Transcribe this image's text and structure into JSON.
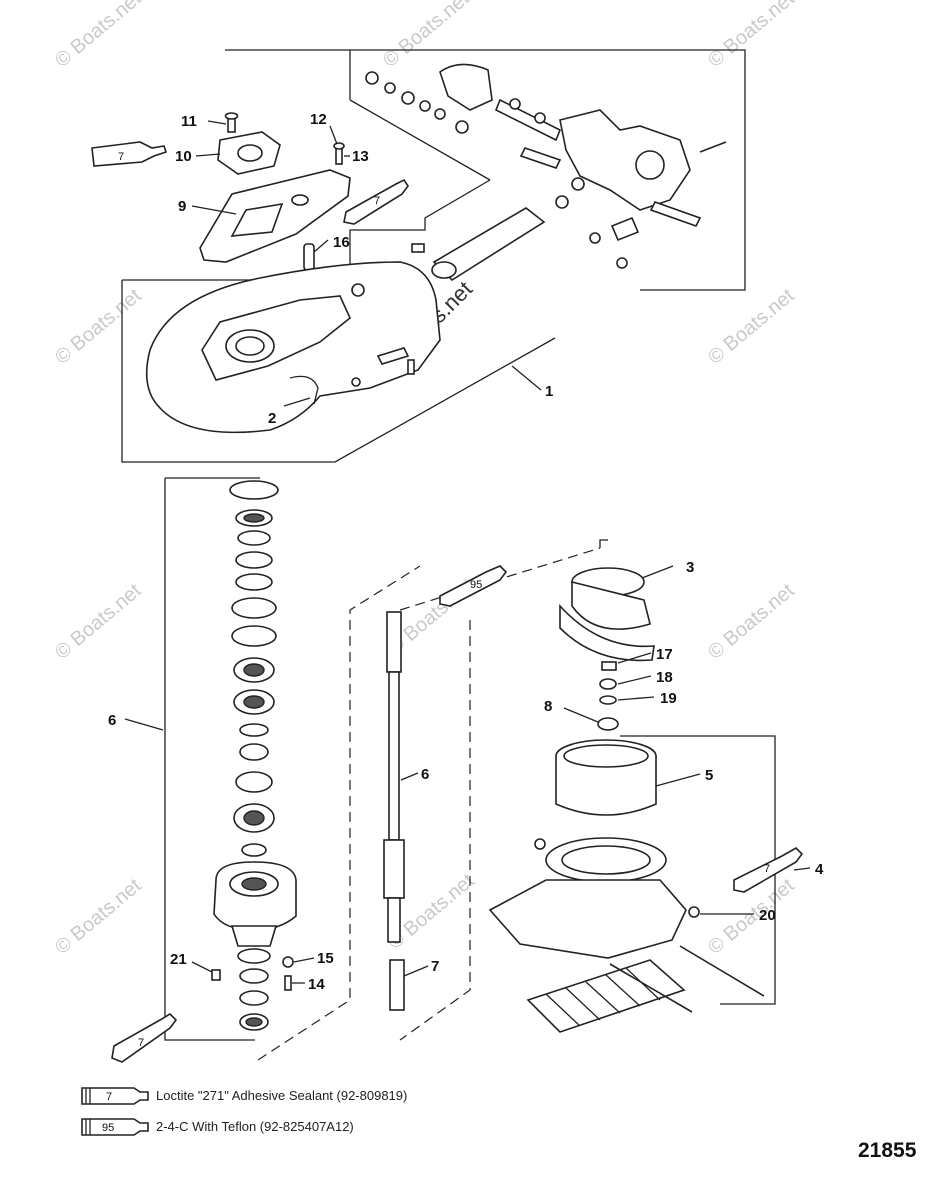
{
  "callouts": {
    "c1": "1",
    "c2": "2",
    "c3": "3",
    "c4": "4",
    "c5": "5",
    "c6a": "6",
    "c6b": "6",
    "c7a": "7",
    "c8": "8",
    "c9": "9",
    "c10": "10",
    "c11": "11",
    "c12": "12",
    "c13": "13",
    "c14": "14",
    "c15": "15",
    "c16": "16",
    "c17": "17",
    "c18": "18",
    "c19": "19",
    "c20": "20",
    "c21": "21"
  },
  "tubes": {
    "t1": "7",
    "t2": "7",
    "t3": "95",
    "t4": "7",
    "t5": "7"
  },
  "watermark": {
    "small": "© Boats.net",
    "center": "© Boats.net"
  },
  "legend": {
    "item1_code": "7",
    "item1_text": "Loctite \"271\" Adhesive Sealant (92-809819)",
    "item2_code": "95",
    "item2_text": "2-4-C  With Teflon (92-825407A12)"
  },
  "figure_number": "21855"
}
